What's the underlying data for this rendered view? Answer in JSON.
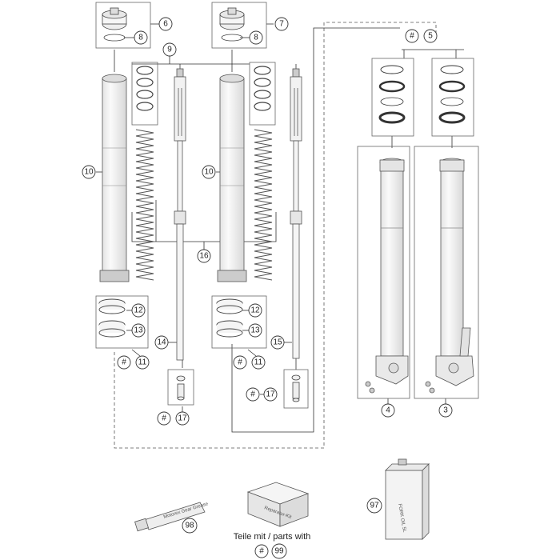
{
  "callouts": {
    "c6": "6",
    "c7": "7",
    "c8a": "8",
    "c8b": "8",
    "c9": "9",
    "c5": "5",
    "c5hash": "#",
    "c10a": "10",
    "c10b": "10",
    "c16": "16",
    "c12a": "12",
    "c13a": "13",
    "c12b": "12",
    "c13b": "13",
    "c14": "14",
    "c15": "15",
    "c11a": "11",
    "c11ahash": "#",
    "c11b": "11",
    "c11bhash": "#",
    "c17a": "17",
    "c17ahash": "#",
    "c17b": "17",
    "c17bhash": "#",
    "c4": "4",
    "c3": "3",
    "c97": "97",
    "c98": "98",
    "c99": "99",
    "c99hash": "#"
  },
  "texts": {
    "parts_with": "Teile mit / parts with"
  },
  "colors": {
    "line": "#333333",
    "part_fill": "#f2f2f2",
    "part_stroke": "#555555",
    "frame": "#666666"
  }
}
